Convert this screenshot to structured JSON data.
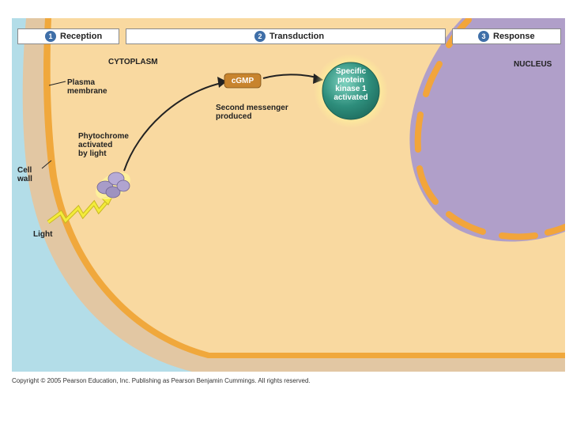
{
  "stages": [
    {
      "number": "1",
      "label": "Reception"
    },
    {
      "number": "2",
      "label": "Transduction"
    },
    {
      "number": "3",
      "label": "Response"
    }
  ],
  "labels": {
    "cytoplasm": "CYTOPLASM",
    "nucleus": "NUCLEUS",
    "plasma_membrane": "Plasma\nmembrane",
    "cell_wall": "Cell\nwall",
    "phytochrome": "Phytochrome\nactivated\nby light",
    "light": "Light",
    "cgmp": "cGMP",
    "second_messenger": "Second messenger\nproduced",
    "kinase": "Specific\nprotein\nkinase 1\nactivated"
  },
  "copyright": "Copyright © 2005 Pearson Education, Inc. Publishing as Pearson Benjamin Cummings. All rights reserved.",
  "colors": {
    "background_blue": "#b3dde8",
    "cell_wall": "#e2c7a3",
    "membrane": "#f0a83c",
    "cytoplasm": "#f9d9a0",
    "nucleus": "#b09fc9",
    "nuclear_envelope": "#f2a53b",
    "kinase": "#2e8e7c",
    "cgmp": "#c8842e",
    "light_bolt": "#f3ec3a",
    "stage_number": "#3f6fa8"
  },
  "icons": {
    "light": "lightning-bolt-icon",
    "phytochrome": "phytochrome-protein-icon"
  }
}
